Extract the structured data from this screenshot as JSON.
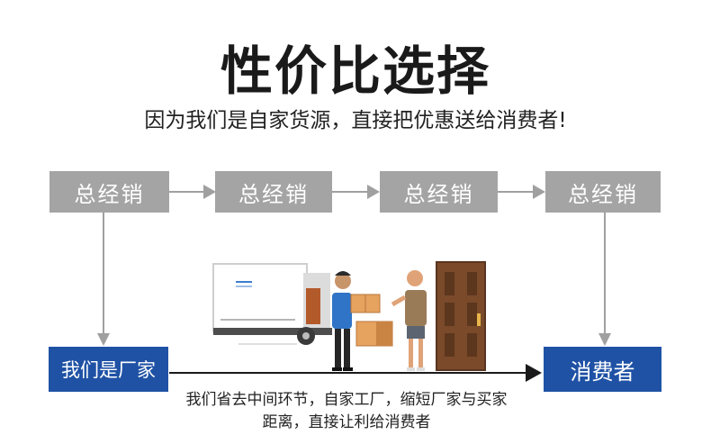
{
  "title": "性价比选择",
  "subtitle": "因为我们是自家货源，直接把优惠送给消费者!",
  "distributors": [
    "总经销",
    "总经销",
    "总经销",
    "总经销"
  ],
  "factory_label": "我们是厂家",
  "consumer_label": "消费者",
  "caption_line1": "我们省去中间环节，自家工厂，缩短厂家与买家",
  "caption_line2": "距离，直接让利给消费者",
  "colors": {
    "gray_box": "#a4a4a4",
    "blue_box": "#1f52a5",
    "arrow_gray": "#a0a0a0",
    "arrow_dark": "#1a1a1a"
  }
}
